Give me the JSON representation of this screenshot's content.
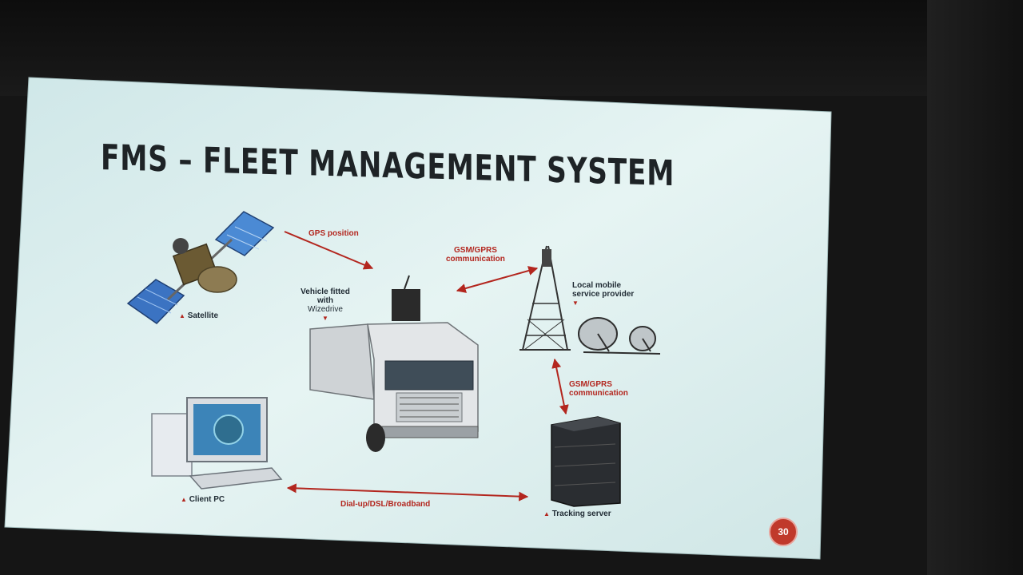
{
  "slide": {
    "title": "FMS – FLEET MANAGEMENT SYSTEM",
    "page_number": "30"
  },
  "labels": {
    "satellite": "Satellite",
    "gps_position": "GPS position",
    "gsm_top_1": "GSM/GPRS",
    "gsm_top_2": "communication",
    "vehicle_1": "Vehicle fitted",
    "vehicle_2": "with",
    "vehicle_3": "Wizedrive",
    "provider_1": "Local mobile",
    "provider_2": "service provider",
    "gsm_right_1": "GSM/GPRS",
    "gsm_right_2": "communication",
    "client_pc": "Client PC",
    "dialup": "Dial-up/DSL/Broadband",
    "tracking_server": "Tracking server"
  },
  "colors": {
    "slide_bg": "#d7ecec",
    "accent_red": "#b3261e",
    "title_text": "#1e2326"
  }
}
